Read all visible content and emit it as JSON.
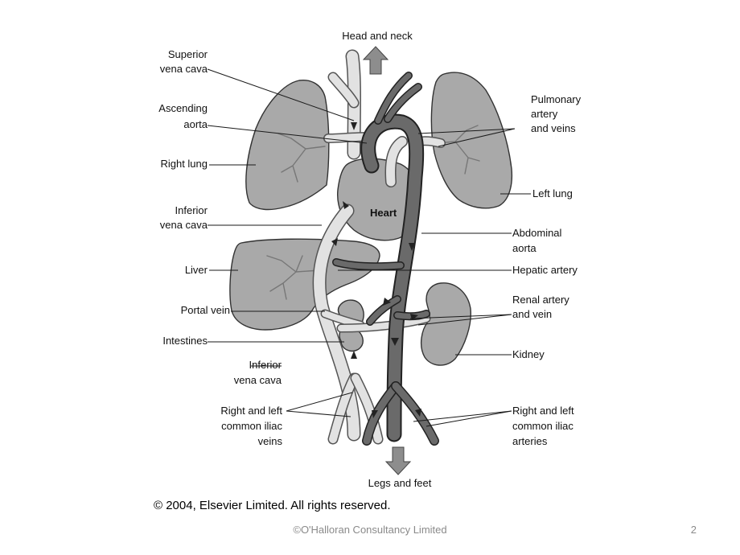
{
  "diagram": {
    "labels": {
      "head_and_neck": "Head and neck",
      "superior_vena_cava_1": "Superior",
      "superior_vena_cava_2": "vena cava",
      "ascending_aorta_1": "Ascending",
      "ascending_aorta_2": "aorta",
      "right_lung": "Right lung",
      "inferior_vena_cava_1": "Inferior",
      "inferior_vena_cava_2": "vena cava",
      "liver": "Liver",
      "portal_vein": "Portal vein",
      "intestines": "Intestines",
      "inferior_vena_cava_lower_1": "Inferior",
      "inferior_vena_cava_lower_2": "vena cava",
      "iliac_veins_1": "Right and left",
      "iliac_veins_2": "common iliac",
      "iliac_veins_3": "veins",
      "pulmonary_1": "Pulmonary",
      "pulmonary_2": "artery",
      "pulmonary_3": "and veins",
      "left_lung": "Left lung",
      "heart": "Heart",
      "abdominal_aorta_1": "Abdominal",
      "abdominal_aorta_2": "aorta",
      "hepatic_artery": "Hepatic artery",
      "renal_1": "Renal artery",
      "renal_2": "and vein",
      "kidney": "Kidney",
      "iliac_arteries_1": "Right and left",
      "iliac_arteries_2": "common iliac",
      "iliac_arteries_3": "arteries",
      "legs_and_feet": "Legs and feet"
    },
    "colors": {
      "organ": "#a9a9a9",
      "vein": "#e2e2e2",
      "artery": "#6a6a6a"
    }
  },
  "copyright": "© 2004, Elsevier Limited. All rights reserved.",
  "footer": {
    "credit": "©O'Halloran Consultancy Limited",
    "page_number": "2"
  }
}
